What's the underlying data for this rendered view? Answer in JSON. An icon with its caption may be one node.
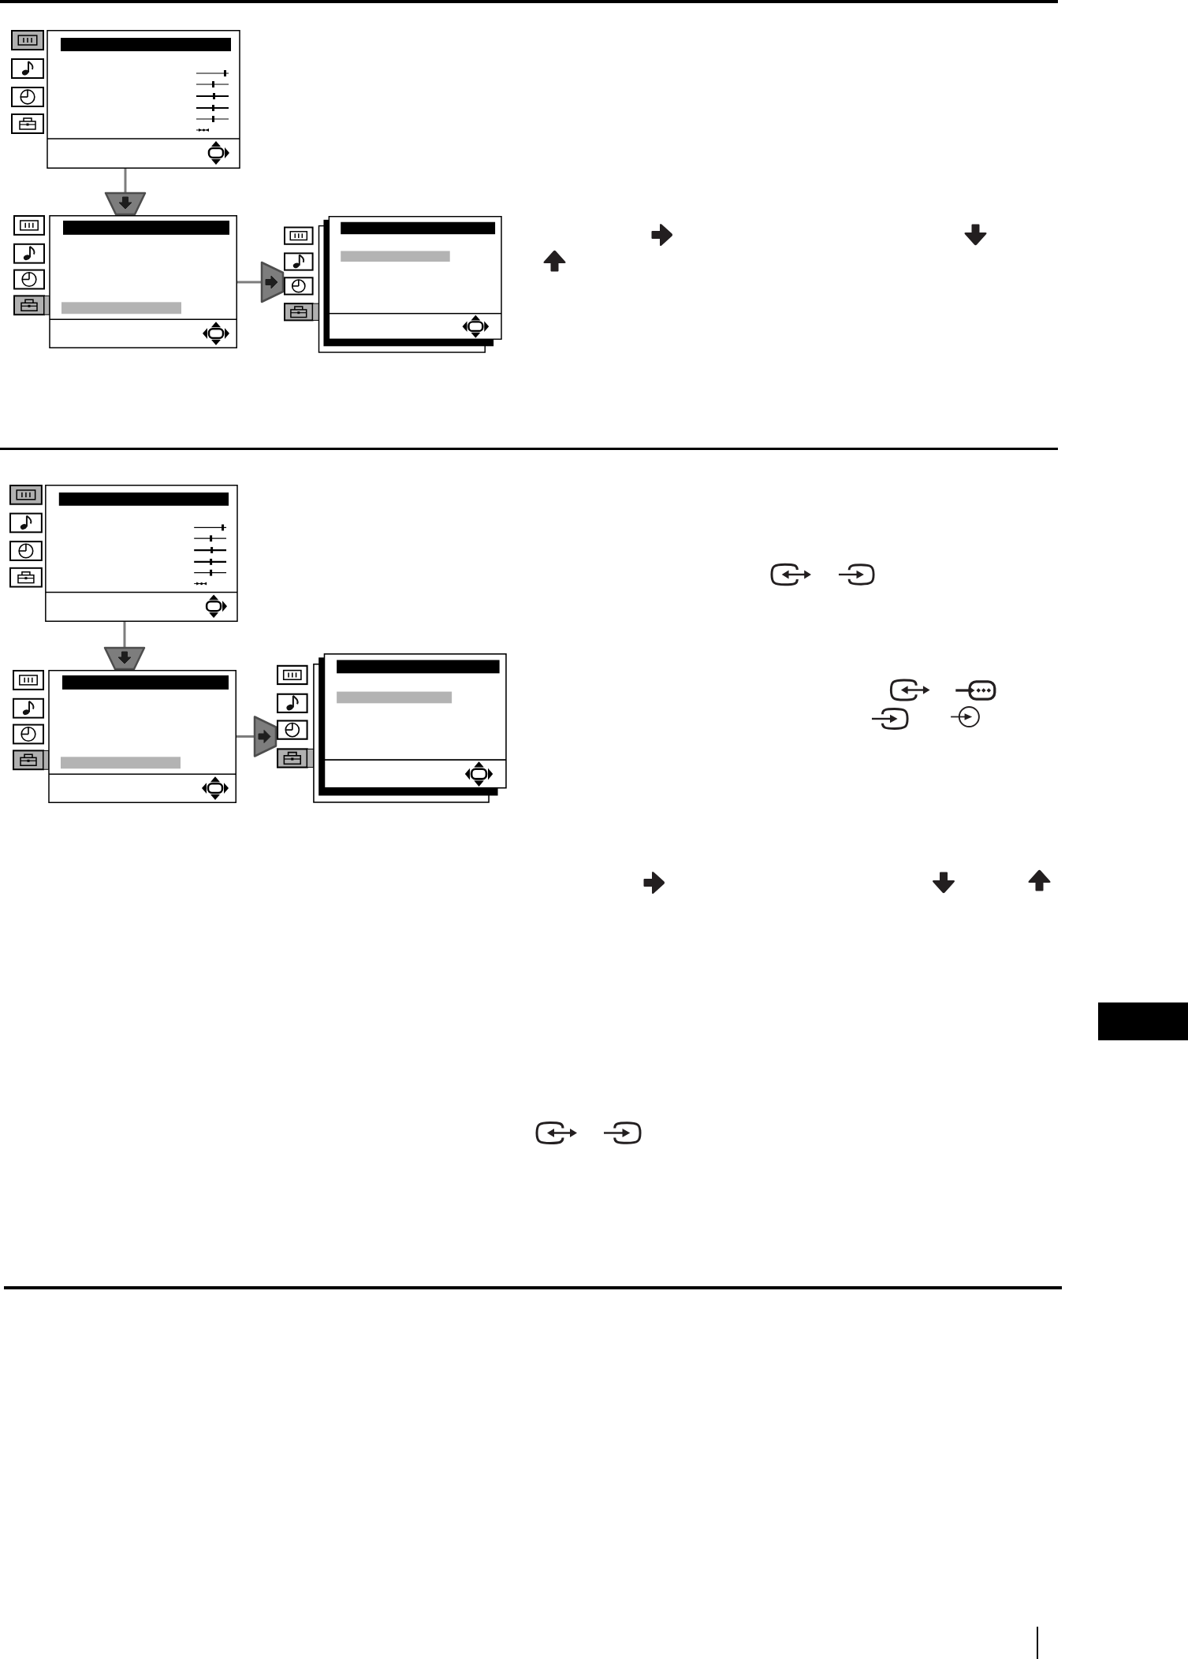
{
  "diagram": {
    "nodes": [
      {
        "text": [],
        "shape": "picture"
      },
      {
        "text": [],
        "shape": "picture"
      },
      {
        "text": [],
        "shape": "picture"
      },
      {
        "text": [],
        "shape": "picture"
      },
      {
        "text": [],
        "shape": "picture"
      },
      {
        "text": [],
        "shape": "picture"
      }
    ],
    "edges": [
      {
        "from": 0,
        "to": 1,
        "arrow": "to"
      },
      {
        "from": 1,
        "to": 2,
        "arrow": "to"
      },
      {
        "from": 3,
        "to": 4,
        "arrow": "to"
      },
      {
        "from": 4,
        "to": 5,
        "arrow": "to"
      }
    ]
  }
}
